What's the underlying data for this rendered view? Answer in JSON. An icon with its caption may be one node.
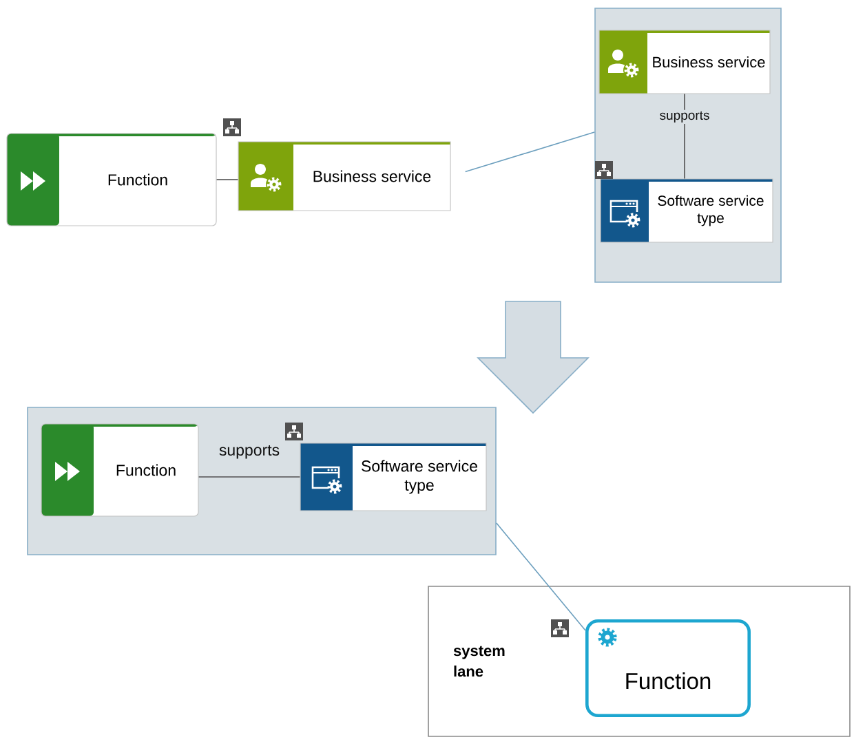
{
  "diagram": {
    "nodes": [
      {
        "text": [
          "Function"
        ]
      },
      {
        "text": [
          "Business service"
        ]
      },
      {
        "text": [],
        "shape": "box"
      },
      {
        "text": [
          "Business service"
        ],
        "in": 2
      },
      {
        "text": [
          "Software service type"
        ],
        "in": 2
      },
      {
        "text": [],
        "shape": "box"
      },
      {
        "text": [
          "Function"
        ],
        "in": 5
      },
      {
        "text": [
          "Software service type"
        ],
        "in": 5
      },
      {
        "text": [
          "system lane"
        ]
      },
      {
        "text": [
          "Function"
        ],
        "in": 8
      }
    ],
    "edges": [
      {
        "from": 0,
        "to": 1,
        "arrow": "none"
      },
      {
        "from": 1,
        "to": 2,
        "arrow": "none",
        "color": "#6c9fbe"
      },
      {
        "from": 3,
        "to": 4,
        "arrow": "none",
        "label": "supports"
      },
      {
        "from": 6,
        "to": 7,
        "arrow": "none",
        "label": "supports"
      },
      {
        "from": 5,
        "to": 9,
        "arrow": "none",
        "color": "#6c9fbe"
      }
    ]
  }
}
